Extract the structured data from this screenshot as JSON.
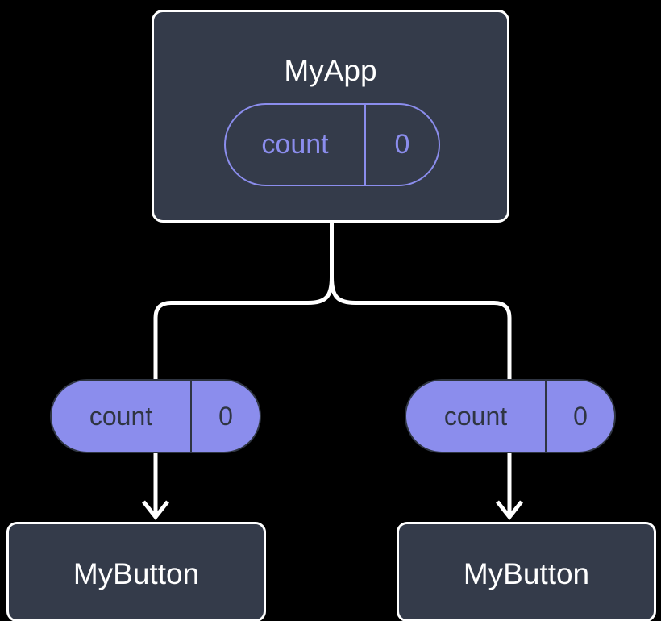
{
  "diagram": {
    "type": "component-tree",
    "title_text": "",
    "colors": {
      "background": "#000000",
      "node_fill": "#343b4a",
      "node_border": "#ffffff",
      "node_text": "#ffffff",
      "state_accent": "#8b8ded",
      "state_text_on_fill": "#2f3542",
      "edge": "#ffffff"
    },
    "root": {
      "name": "MyApp",
      "state": {
        "key": "count",
        "value": "0"
      }
    },
    "children": [
      {
        "name": "MyButton",
        "prop": {
          "key": "count",
          "value": "0"
        }
      },
      {
        "name": "MyButton",
        "prop": {
          "key": "count",
          "value": "0"
        }
      }
    ],
    "edges": {
      "fork_label": "",
      "arrow_label": ""
    }
  }
}
